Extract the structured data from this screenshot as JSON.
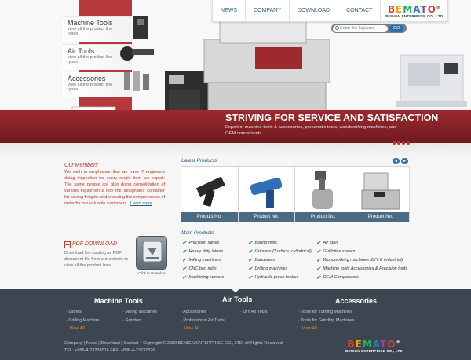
{
  "brand": {
    "logo_letters": [
      "B",
      "E",
      "M",
      "A",
      "T",
      "O"
    ],
    "logo_colors": [
      "#e23b2e",
      "#f39c12",
      "#27ae60",
      "#2980b9",
      "#8e44ad",
      "#e23b2e"
    ],
    "logo_sub": "BENIGN ENTERPRISE CO., LTD",
    "registered": "®"
  },
  "nav": {
    "items": [
      "NEWS",
      "COMPANY",
      "DOWNLOAD",
      "CONTACT"
    ]
  },
  "search": {
    "placeholder": "Enter the keyword",
    "button": "GO"
  },
  "categories": [
    {
      "title": "Machine Tools",
      "desc": "view all the product line types."
    },
    {
      "title": "Air Tools",
      "desc": "view all the product line types."
    },
    {
      "title": "Accessories",
      "desc": "view all the product line types."
    }
  ],
  "hero": {
    "title": "STRIVING FOR SERVICE AND SATISFACTION",
    "subtitle": "Export of machine tools & accessories, penumatic tools, woodworking machines, and OEM components."
  },
  "members": {
    "title": "Our Members",
    "text": "We wish to emphasize that we have 7 engineers doing inspection for every single item we export. The same people are also doing consolidation of various equipment's into the designated container for saving freights and ensuring the completeness of order for our valuable customers...",
    "learn_more": "Learn more"
  },
  "latest": {
    "title": "Latest Products",
    "prev": "◄",
    "next": "►",
    "items": [
      {
        "label": "Product No."
      },
      {
        "label": "Product No."
      },
      {
        "label": "Product No."
      },
      {
        "label": "Product No."
      }
    ]
  },
  "main_products": {
    "title": "Main Products",
    "items": [
      "Precision lathes",
      "Boring mills",
      "Air tools",
      "Heavy duty lathes",
      "Grinders (Surface, cylindrical)",
      "Guillotine shears",
      "Milling machines",
      "Bandsaws",
      "Woodworking machines (DIY & Industrial)",
      "CNC bed mills",
      "Drilling machines",
      "Machine tools Accessories & Precision tools",
      "Machining centers",
      "Hydraulic press brakes",
      "OEM Components"
    ]
  },
  "pdf": {
    "title": "PDF DOWNLOAD",
    "text": "Download the catalog as PDF document file from our website to view all the product lines.",
    "button_label": "Click to Download"
  },
  "footer": {
    "columns": [
      {
        "title": "Machine Tools",
        "items": [
          "Lathes",
          "Milling Machines",
          "Drilling Machine",
          "Grinders"
        ],
        "view_all": "...View All"
      },
      {
        "title": "Air Tools",
        "items": [
          "Accessories",
          "DIY Air Tools",
          "Professional Air Tools"
        ],
        "view_all": "...View All"
      },
      {
        "title": "Accessories",
        "items": [
          "Tools for Turning Machines",
          "Tools for Grinding Machines"
        ],
        "view_all": "...View All"
      }
    ],
    "links": "Company | News | Download | Contact",
    "copyright": "Copyright © 2009 BENIGN ENTERPRISE CO., LTD. All Rights Reserved.",
    "contact": "TEL: +886-4-23233016        FAX: +886-4-23232826"
  },
  "colors": {
    "accent_red": "#b5383c",
    "nav_blue": "#2a5d7c",
    "footer": "#3b4650",
    "check_green": "#2a9d2a",
    "view_all_orange": "#e88a2e"
  }
}
